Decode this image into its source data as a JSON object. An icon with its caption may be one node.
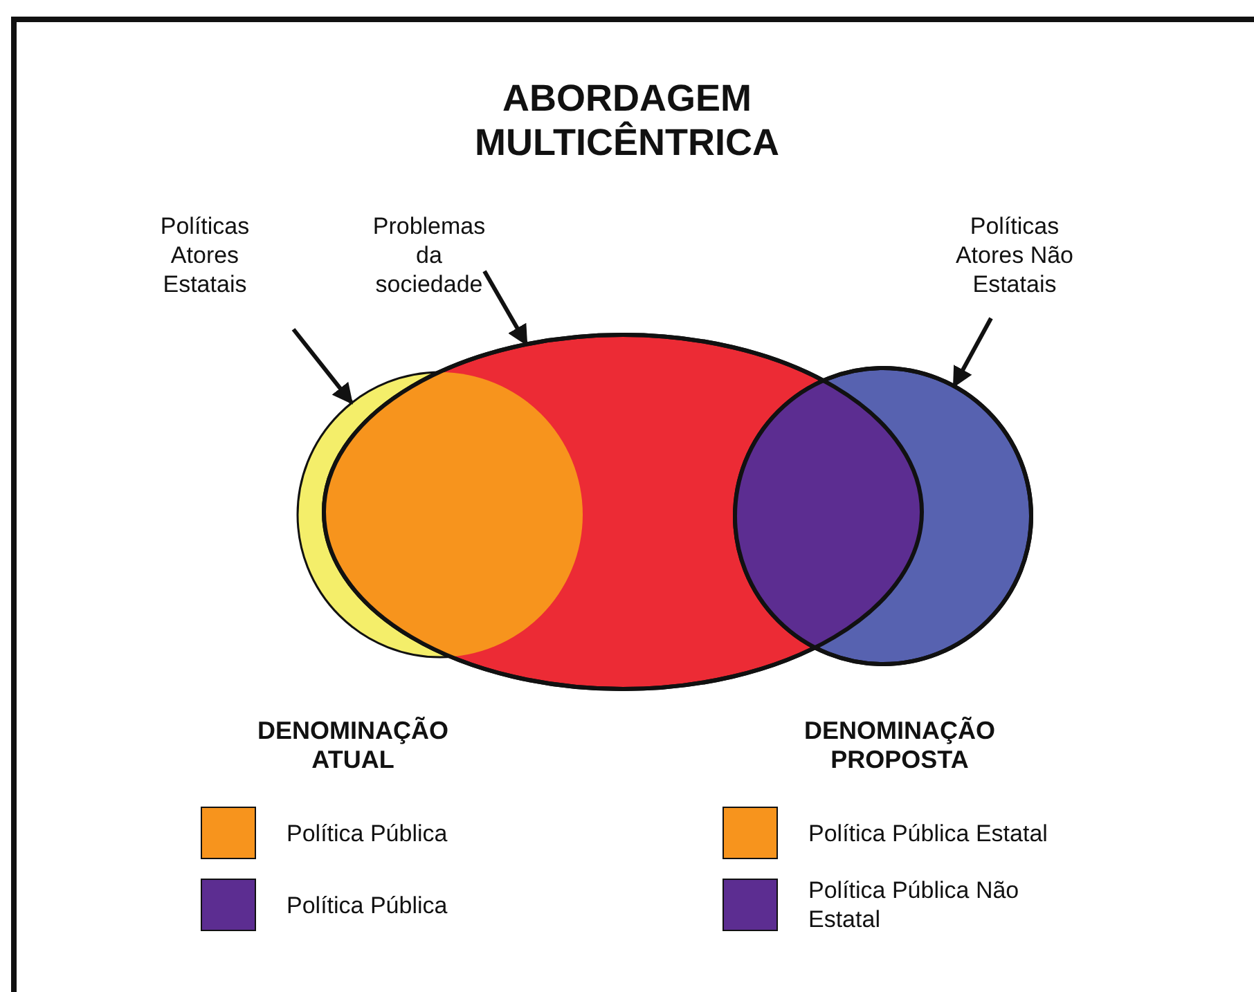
{
  "diagram": {
    "title": "ABORDAGEM MULTICÊNTRICA",
    "nodes": [
      {
        "text": [
          "Políticas Atores Estatais"
        ]
      },
      {
        "text": [
          "Problemas da sociedade"
        ]
      },
      {
        "text": [
          "Políticas Atores Não Estatais"
        ]
      },
      {
        "text": [],
        "shape": "circle"
      },
      {
        "text": [],
        "shape": "ellipse"
      },
      {
        "text": [],
        "shape": "circle"
      }
    ],
    "edges": [
      {
        "from": 0,
        "to": 3,
        "arrow": "to"
      },
      {
        "from": 1,
        "to": 4,
        "arrow": "to"
      },
      {
        "from": 2,
        "to": 5,
        "arrow": "to"
      }
    ],
    "labels": [
      "DENOMINAÇÃO ATUAL",
      "DENOMINAÇÃO PROPOSTA"
    ],
    "legend": [
      {
        "text": "Política Pública",
        "color": "#f7941d"
      },
      {
        "text": "Política Pública",
        "color": "#5c2d91"
      },
      {
        "text": "Política Pública Estatal",
        "color": "#f7941d"
      },
      {
        "text": "Política Pública Não Estatal",
        "color": "#5c2d91"
      }
    ]
  }
}
